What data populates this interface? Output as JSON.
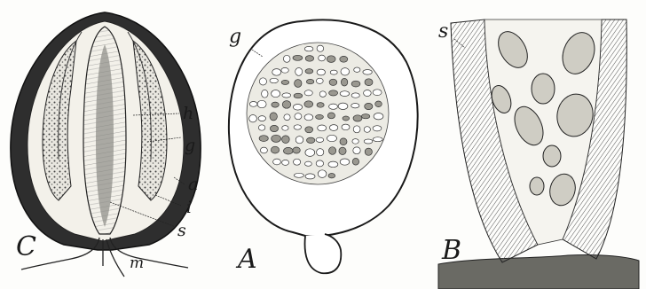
{
  "panel_c": {
    "label": "C",
    "annotations": [
      "h",
      "g",
      "a",
      "i",
      "s",
      "m"
    ]
  },
  "panel_a": {
    "label": "A",
    "annotations": [
      "g"
    ]
  },
  "panel_b": {
    "label": "B",
    "annotations": [
      "s"
    ]
  }
}
